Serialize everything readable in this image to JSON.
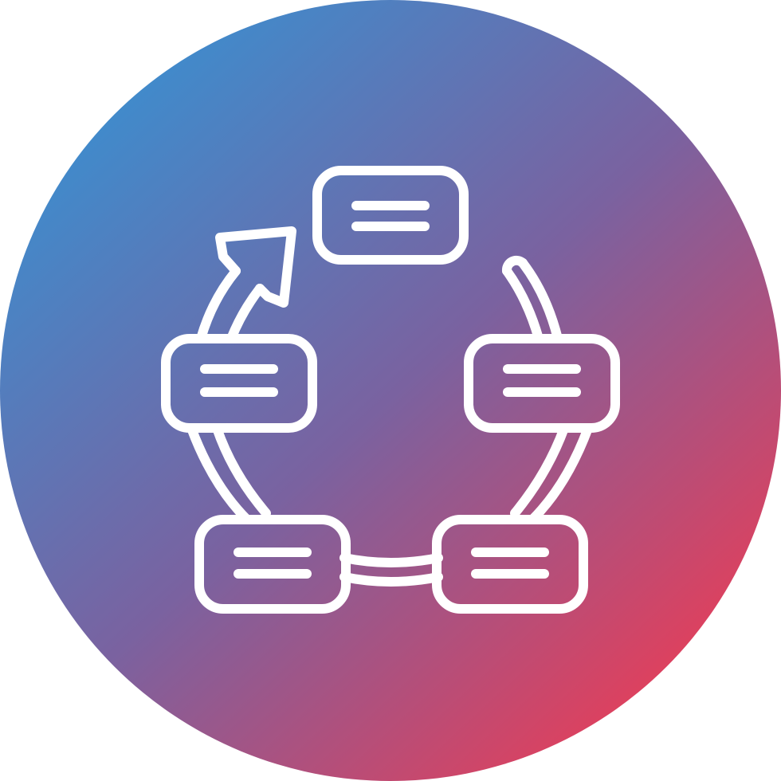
{
  "icon": {
    "name": "workflow-cycle-icon",
    "gradient_start": "#3a8fd0",
    "gradient_mid": "#7a62a0",
    "gradient_end": "#ec3c55",
    "stroke_color": "#ffffff",
    "nodes": [
      {
        "name": "node-top"
      },
      {
        "name": "node-left"
      },
      {
        "name": "node-right"
      },
      {
        "name": "node-bottom-left"
      },
      {
        "name": "node-bottom-right"
      }
    ]
  }
}
